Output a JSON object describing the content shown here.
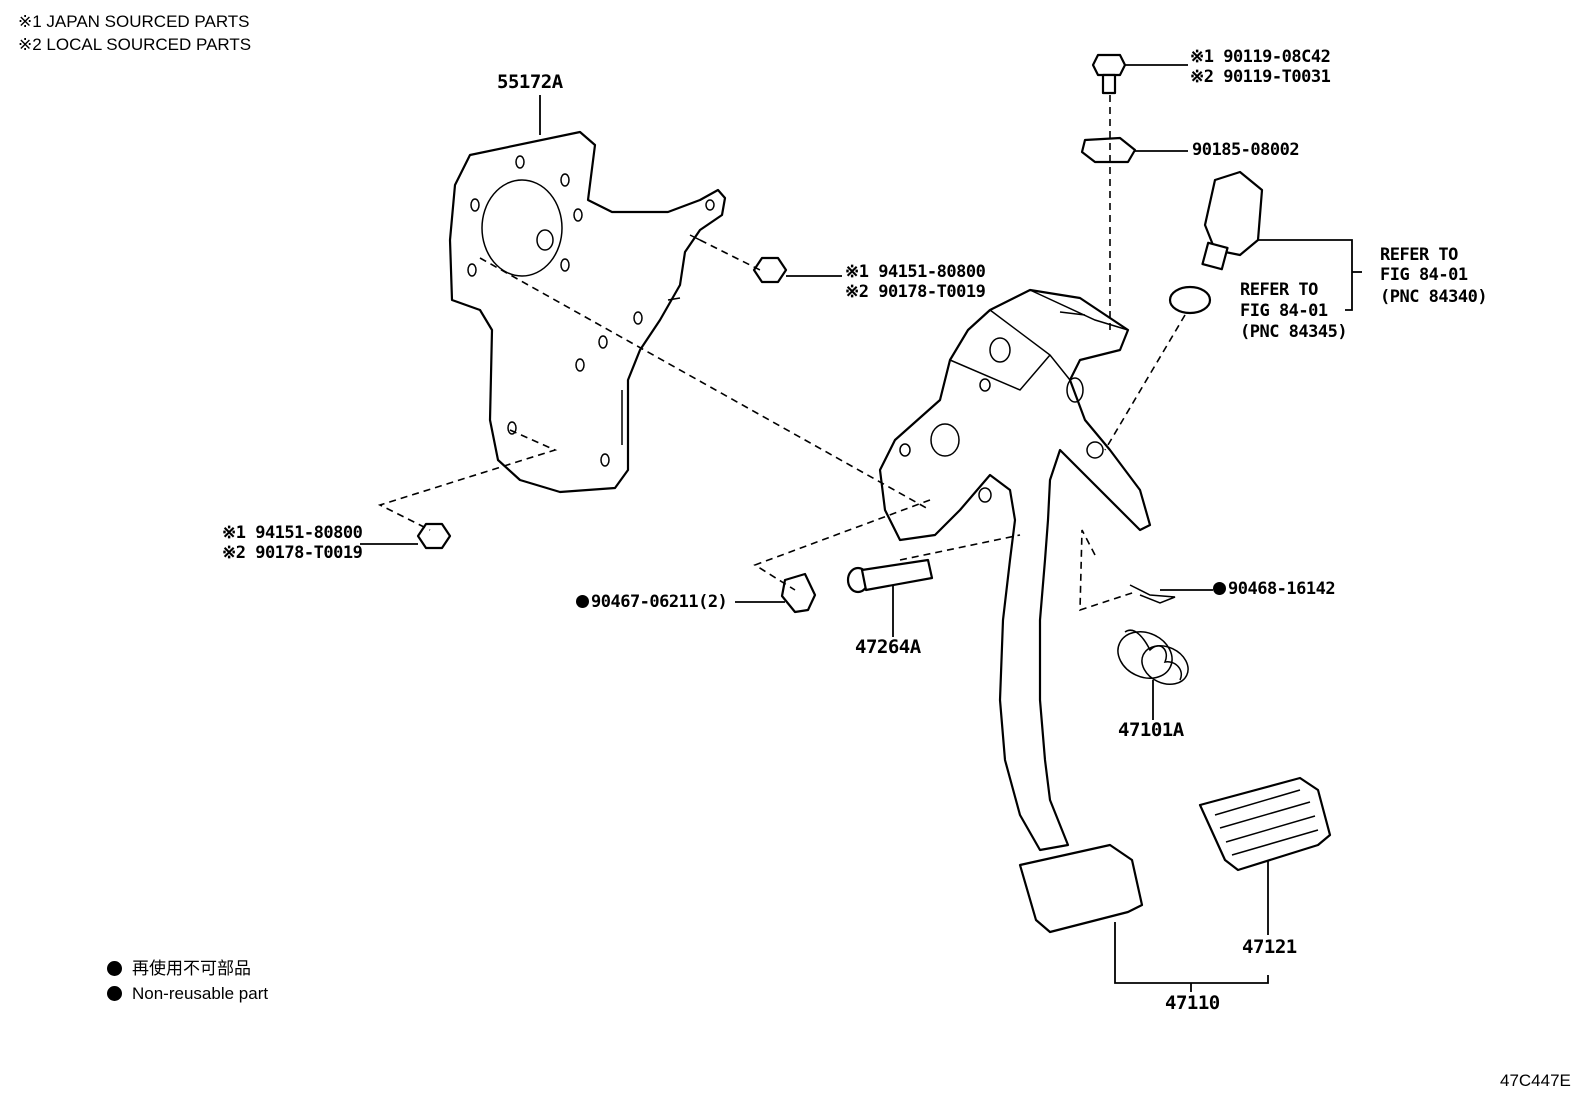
{
  "notes": {
    "japan": "※1 JAPAN SOURCED PARTS",
    "local": "※2 LOCAL SOURCED PARTS"
  },
  "legend": {
    "jp": "再使用不可部品",
    "en": "Non-reusable part"
  },
  "figure_code": "47C447E",
  "parts": {
    "bracket": "55172A",
    "bolt_1": "※1 90119-08C42",
    "bolt_2": "※2 90119-T0031",
    "clip": "90185-08002",
    "nut_upper_1": "※1 94151-80800",
    "nut_upper_2": "※2 90178-T0019",
    "nut_lower_1": "※1 94151-80800",
    "nut_lower_2": "※2 90178-T0019",
    "switch_ref": [
      "REFER TO",
      "FIG 84-01",
      "(PNC 84340)"
    ],
    "cushion_ref": [
      "REFER TO",
      "FIG 84-01",
      "(PNC 84345)"
    ],
    "bushing": "90467-06211(2)",
    "pin": "47264A",
    "clip_pin": "90468-16142",
    "spring": "47101A",
    "pad": "47121",
    "pedal": "47110"
  }
}
